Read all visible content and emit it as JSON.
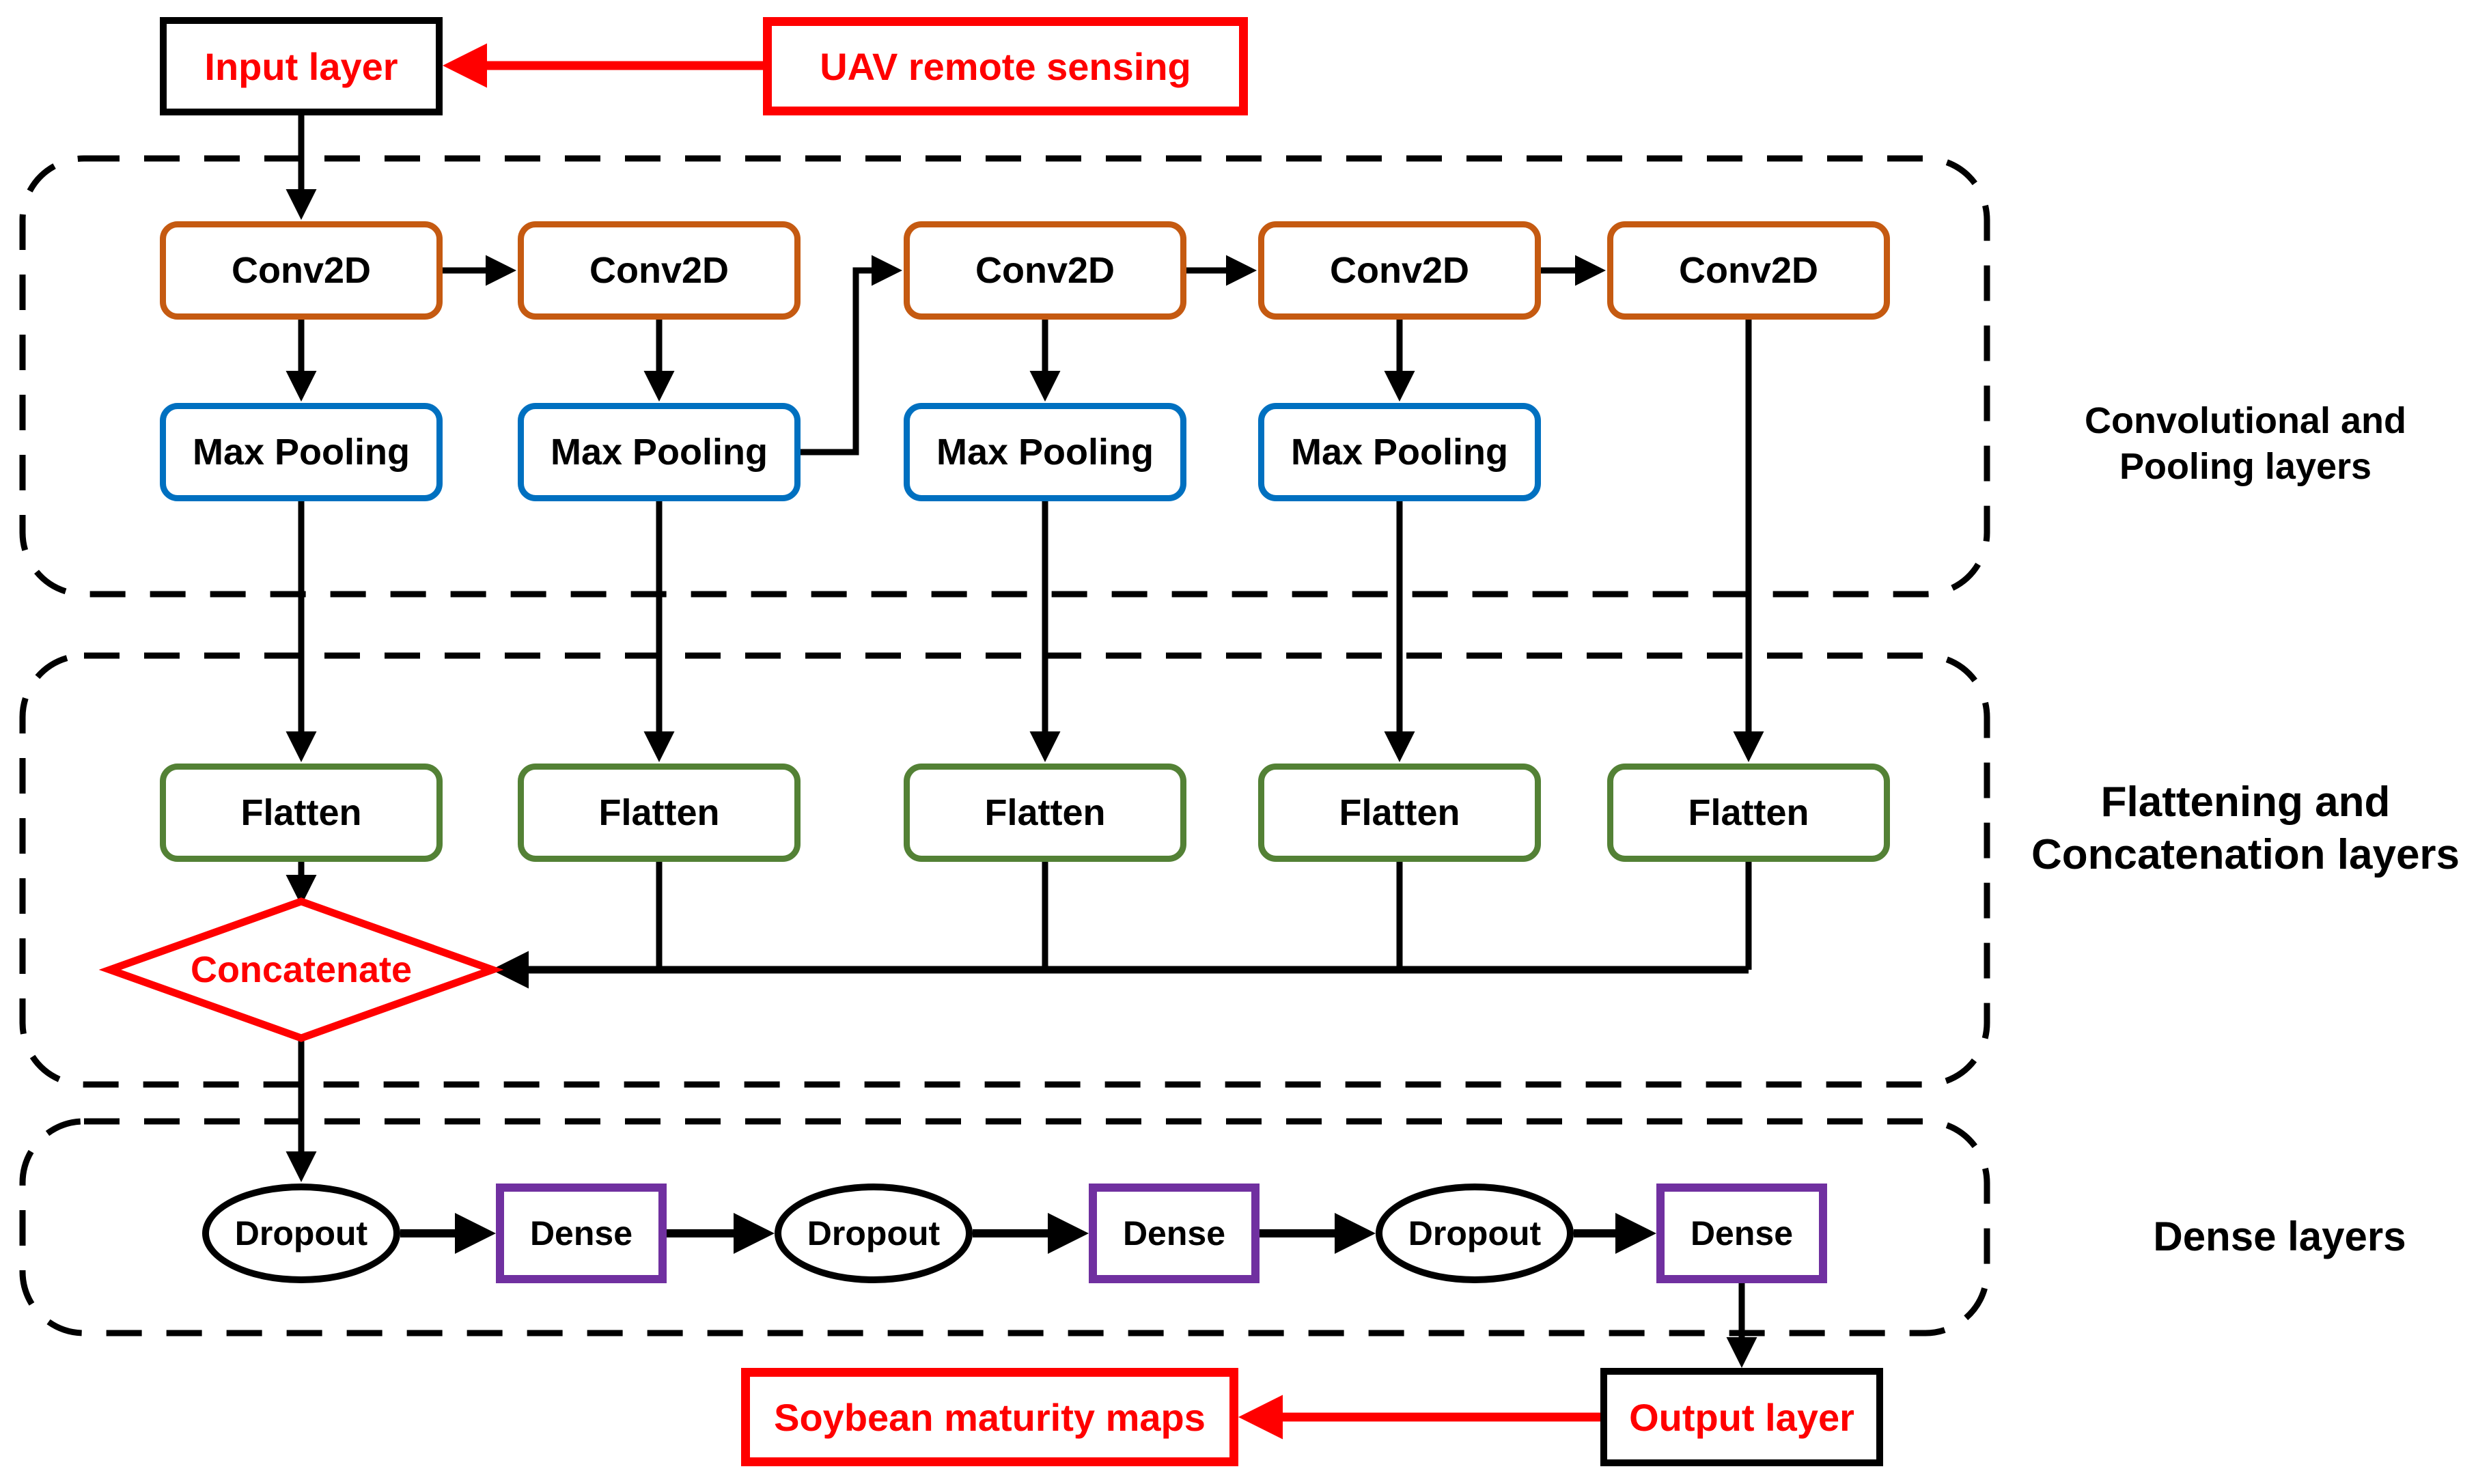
{
  "nodes": {
    "input": "Input layer",
    "uav": "UAV remote sensing",
    "conv": [
      "Conv2D",
      "Conv2D",
      "Conv2D",
      "Conv2D",
      "Conv2D"
    ],
    "maxpool": [
      "Max Pooling",
      "Max Pooling",
      "Max Pooling",
      "Max Pooling"
    ],
    "flatten": [
      "Flatten",
      "Flatten",
      "Flatten",
      "Flatten",
      "Flatten"
    ],
    "concatenate": "Concatenate",
    "dropout": [
      "Dropout",
      "Dropout",
      "Dropout"
    ],
    "dense": [
      "Dense",
      "Dense",
      "Dense"
    ],
    "output": "Output layer",
    "soybean": "Soybean maturity maps"
  },
  "group_labels": {
    "conv_pool_line1": "Convolutional and",
    "conv_pool_line2": "Pooling layers",
    "flatten_concat_line1": "Flattening and",
    "flatten_concat_line2": "Concatenation layers",
    "dense_line1": "Dense layers"
  },
  "colors": {
    "conv_border": "#C55A11",
    "maxpool_border": "#0070C0",
    "flatten_border": "#538135",
    "dense_border": "#7030A0",
    "accent_red": "#FF0000",
    "line_black": "#000000"
  }
}
